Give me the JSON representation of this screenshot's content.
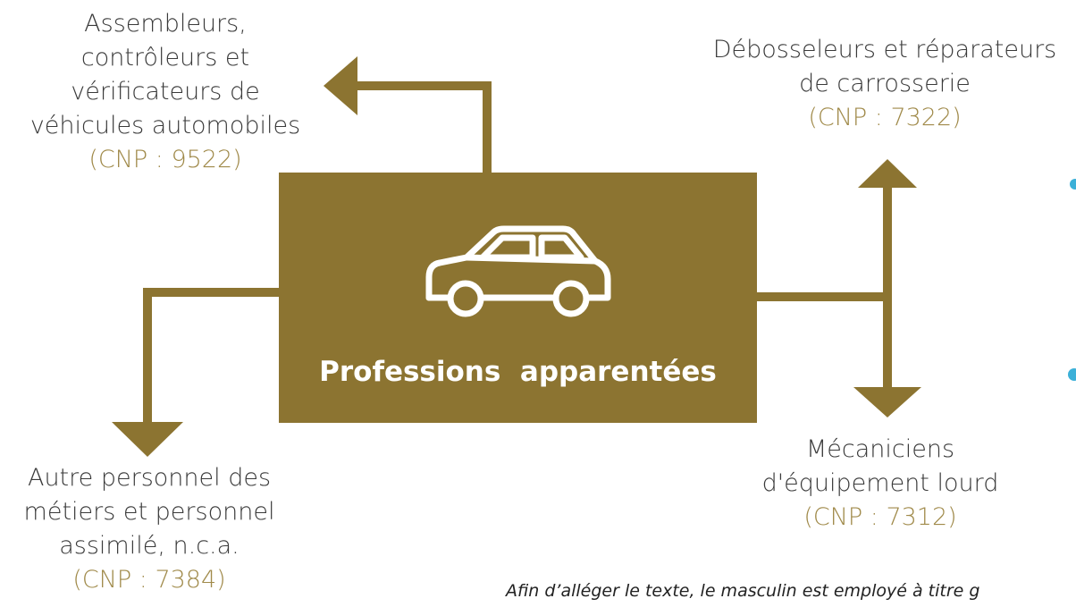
{
  "colors": {
    "accent": "#8c7431",
    "code": "#a08a4a",
    "dot": "#3cb0d8"
  },
  "center": {
    "title": "Professions  apparentées",
    "icon": "car-icon"
  },
  "labels": {
    "top_left": {
      "lines": [
        "Assembleurs,",
        "contrôleurs et",
        "vérificateurs de",
        "véhicules automobiles"
      ],
      "code": "(CNP : 9522)"
    },
    "top_right": {
      "lines": [
        "Débosseleurs et réparateurs",
        "de carrosserie"
      ],
      "code": "(CNP : 7322)"
    },
    "bottom_left": {
      "lines": [
        "Autre personnel des",
        "métiers et personnel",
        "assimilé, n.c.a."
      ],
      "code": "(CNP : 7384)"
    },
    "bottom_right": {
      "lines": [
        "Mécaniciens",
        "d'équipement lourd"
      ],
      "code": "(CNP : 7312)"
    }
  },
  "note": "Afin d’alléger le texte, le masculin est employé à titre g"
}
